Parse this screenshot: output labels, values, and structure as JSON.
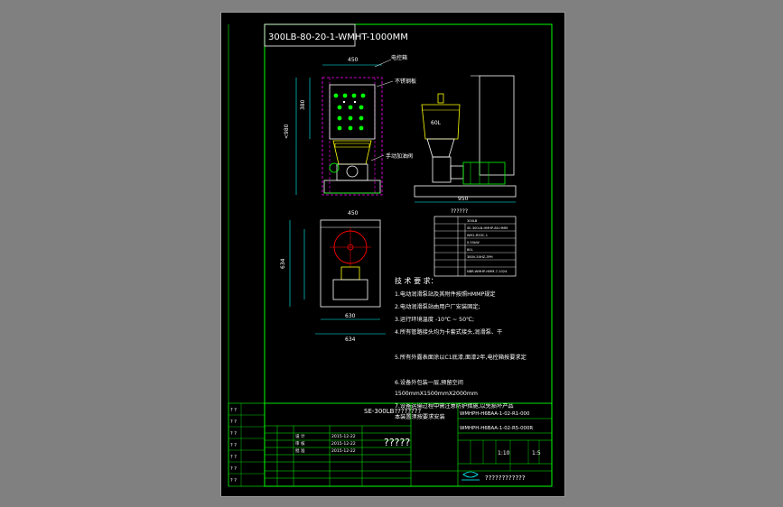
{
  "drawing": {
    "top_code": "300LB-80-20-1-WMHT-1000MM",
    "top_dim": "450",
    "callout_power_box": "电控箱",
    "callout_panel": "不锈钢板",
    "callout_oil_inlet": "手动加油阀",
    "side_dims": [
      "<980",
      "380"
    ],
    "right_tank_label": "60L",
    "right_width": "950",
    "right_caption": "??????",
    "plan_dims": [
      "450",
      "634",
      "630",
      "634"
    ],
    "notes_title": "技 术 要 求：",
    "notes": [
      "1.电动润滑泵站及其附件按照HMMP规定",
      "2.电动润滑泵站由用户厂安装固定;",
      "3.运行环境温度 -10℃ ~ 50℃;",
      "4.所有管路接头均为卡套式接头,润滑泵、干",
      "5.所有外露表面涂以C1底漆,面漆2年,电控箱按要求定",
      "6.设备外包装一层,预留空间",
      "1500mmX1500mmX2000mm",
      "7.设备运输过程中需注意防护措施,以免损坏产品",
      "本装置须按要求安装"
    ],
    "title_block": {
      "product_name": "SE-300LB????????",
      "drawing_no_1": "WMHPH-H6BAA-1-02-R1-000",
      "drawing_no_2": "WMHPH-H6BAA-1-02-R5-000R",
      "center_label": "?????",
      "company": "????????????",
      "scale_1": "1:10",
      "scale_2": "1:5",
      "dates": [
        "2015-12-22",
        "2015-12-22",
        "2015-12-22"
      ],
      "signer_roles": [
        "设 计",
        "审 核",
        "批 准"
      ],
      "qmarks": "? ?"
    },
    "spec_table": {
      "rows": [
        "300LB",
        "SE-300LB-HMHP-80-HMM",
        "WH2-R53C-1",
        "0.55kW",
        "80L",
        "380V-50HZ-3PH",
        "NBR-WMHP-HMM-7-1024"
      ]
    }
  },
  "colors": {
    "background": "#808080",
    "sheet": "#000000",
    "frame": "#00ff00",
    "drawing": "#ffffff",
    "dimension": "#00ffff",
    "hidden": "#ff00ff",
    "accent": "#ffff00"
  }
}
